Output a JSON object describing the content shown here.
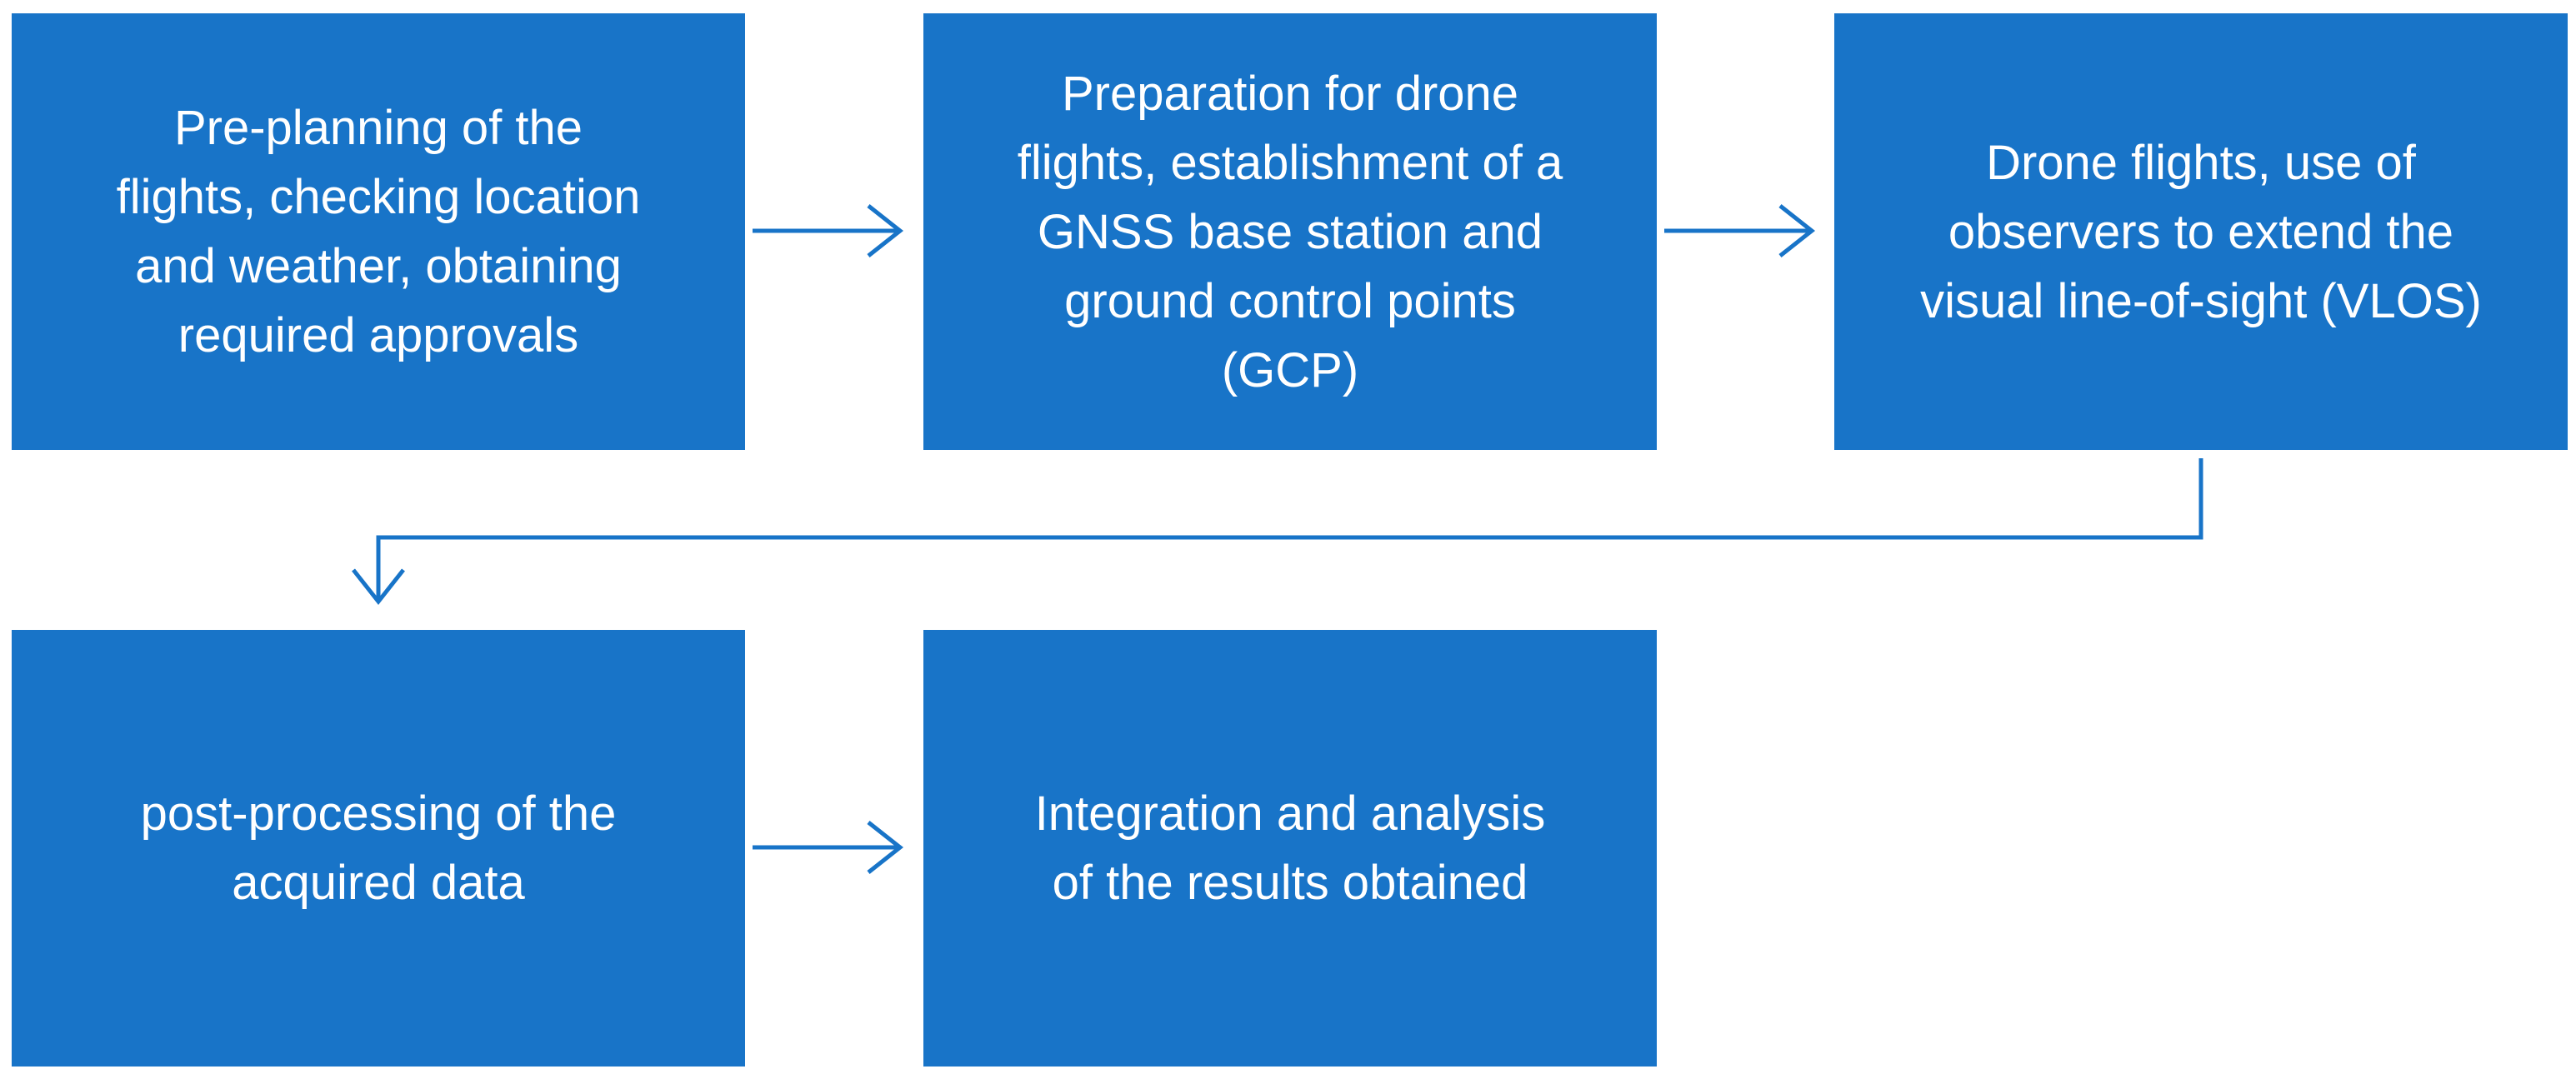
{
  "colors": {
    "box_fill": "#1874c8",
    "box_text": "#ffffff",
    "connector": "#1874c8",
    "background": "#ffffff"
  },
  "steps": [
    {
      "text": "Pre-planning of the\nflights, checking location\nand weather, obtaining\nrequired approvals"
    },
    {
      "text": "Preparation for drone\nflights, establishment of a\nGNSS base station and\nground control points\n(GCP)"
    },
    {
      "text": "Drone flights, use of\nobservers to extend the\nvisual line-of-sight (VLOS)"
    },
    {
      "text": "post-processing of the\nacquired data"
    },
    {
      "text": "Integration and analysis\nof the results obtained"
    }
  ]
}
